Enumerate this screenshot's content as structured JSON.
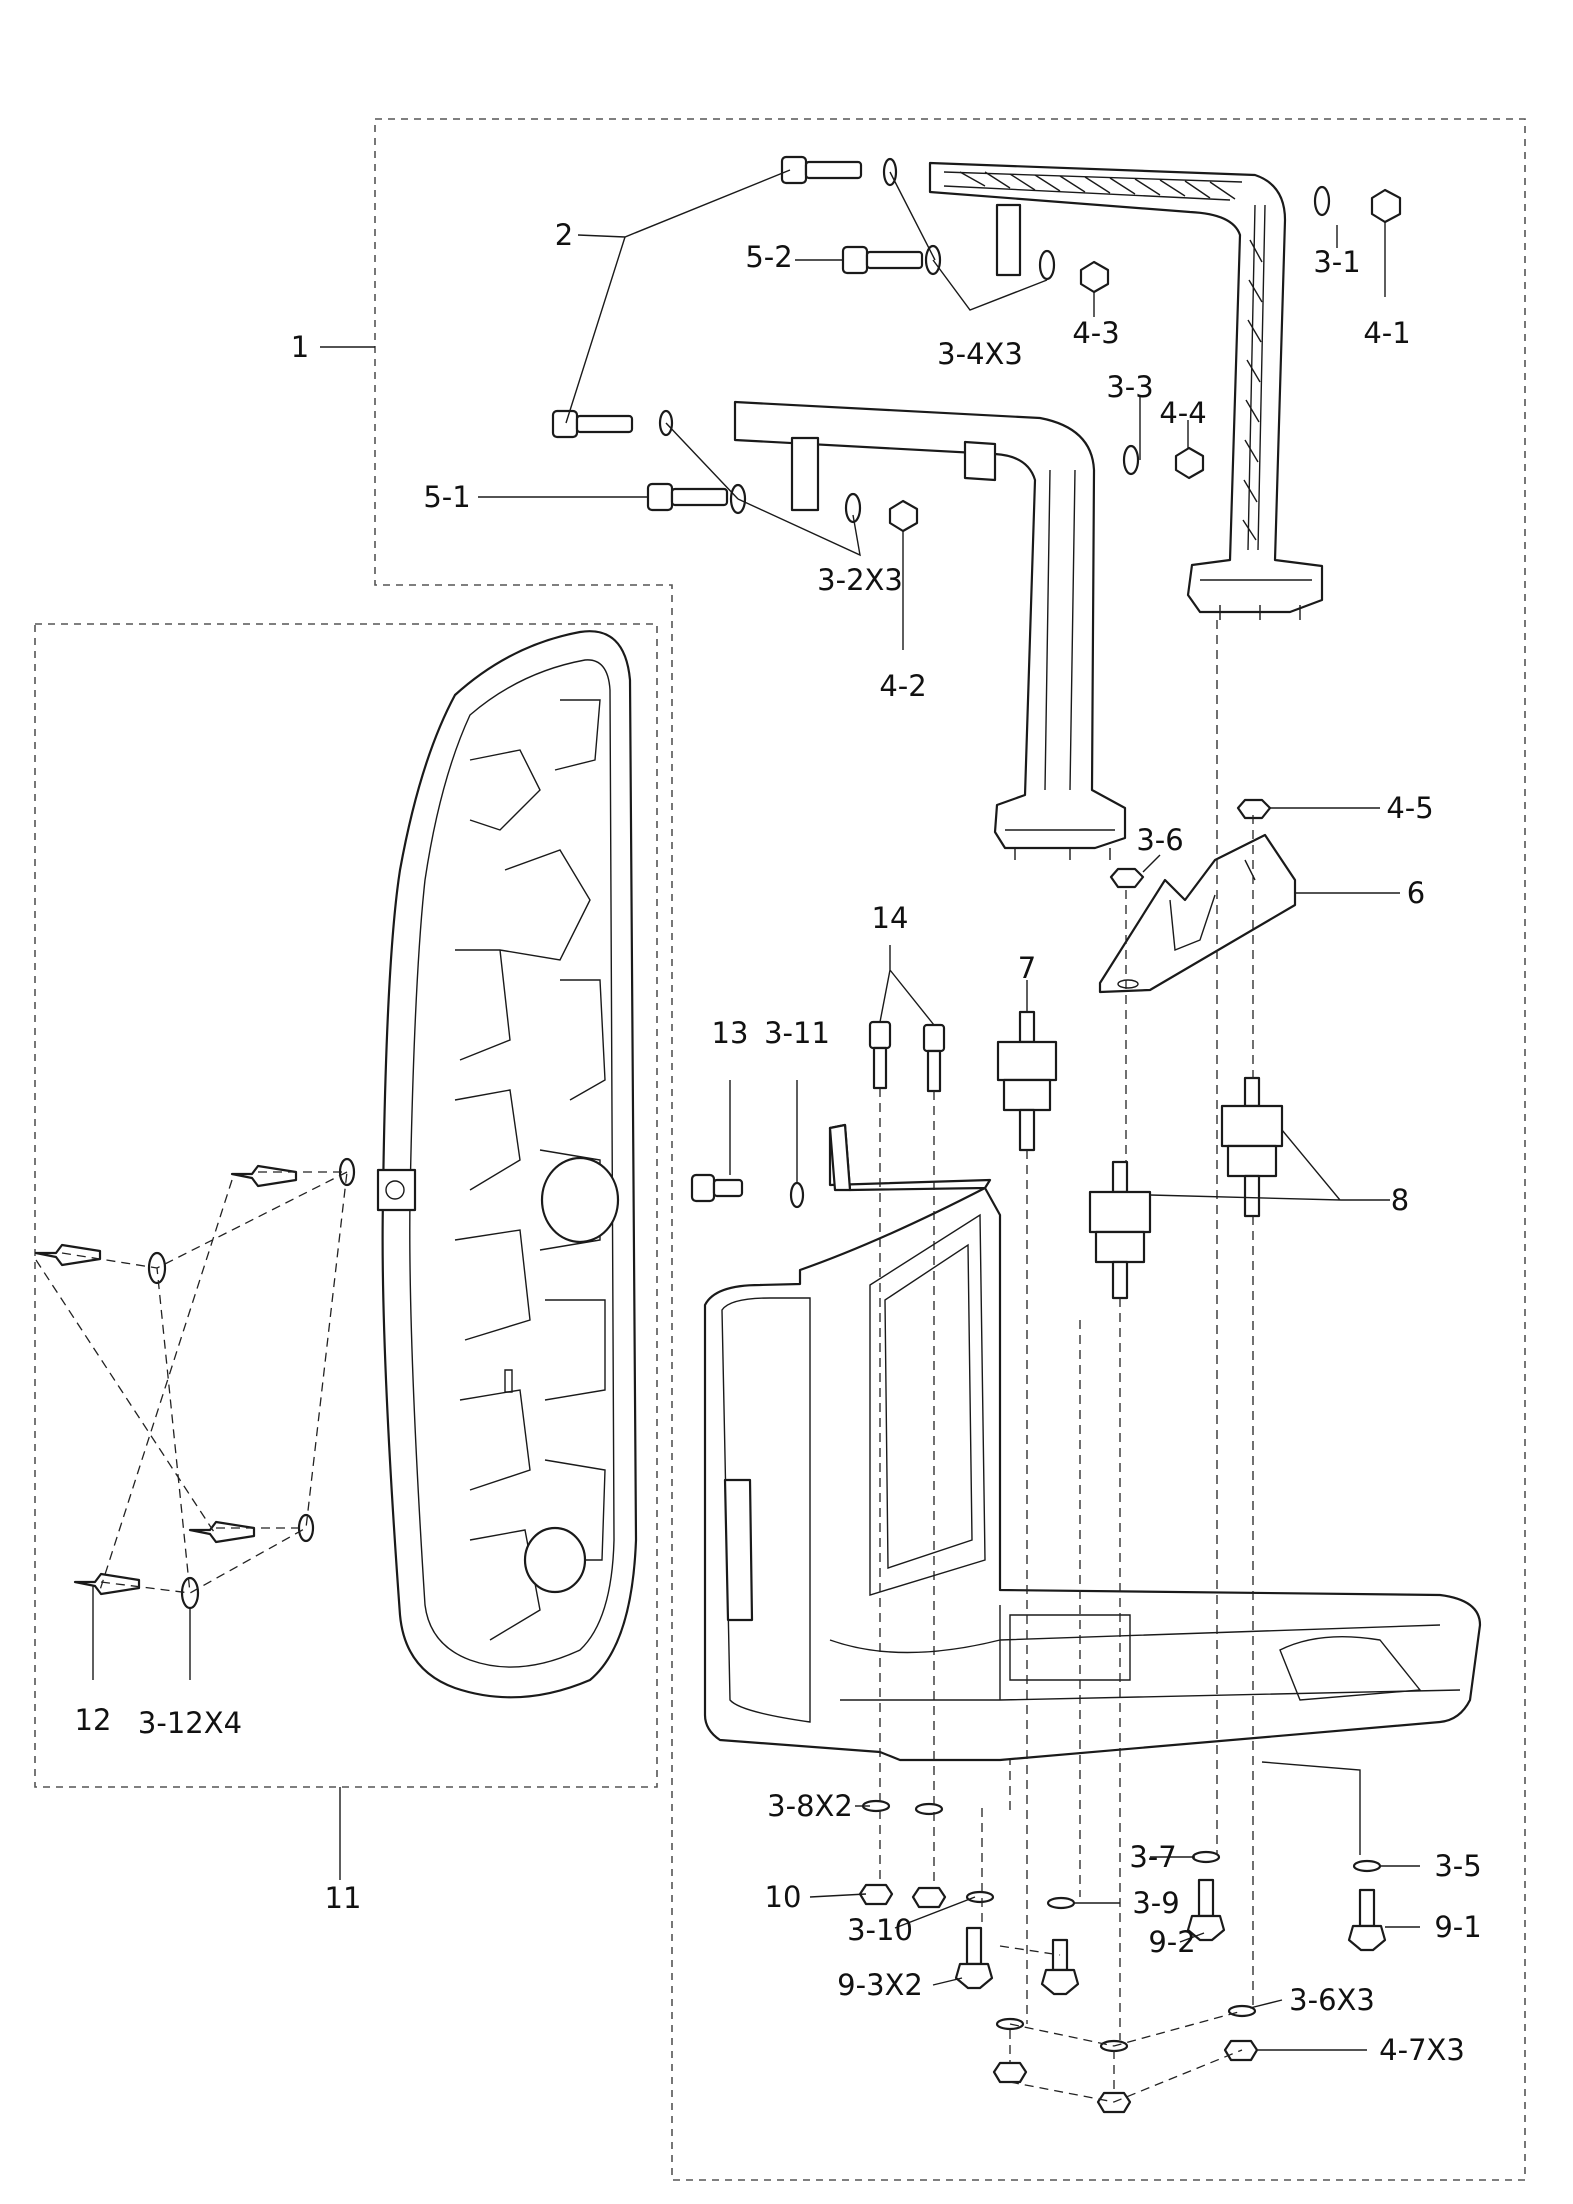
{
  "diagram": {
    "type": "exploded parts diagram",
    "callouts": {
      "c1": "1",
      "c2": "2",
      "c3_1": "3-1",
      "c4_1": "4-1",
      "c5_2": "5-2",
      "c3_4x3": "3-4X3",
      "c4_3": "4-3",
      "c3_3": "3-3",
      "c4_4": "4-4",
      "c5_1": "5-1",
      "c3_2x3": "3-2X3",
      "c4_2": "4-2",
      "c4_5": "4-5",
      "c3_6": "3-6",
      "c6": "6",
      "c14": "14",
      "c7": "7",
      "c13": "13",
      "c3_11": "3-11",
      "c8": "8",
      "c12": "12",
      "c3_12x4": "3-12X4",
      "c11": "11",
      "c3_8x2": "3-8X2",
      "c10": "10",
      "c3_10": "3-10",
      "c9_3x2": "9-3X2",
      "c3_7": "3-7",
      "c3_9": "3-9",
      "c9_2": "9-2",
      "c3_5": "3-5",
      "c9_1": "9-1",
      "c3_6x3": "3-6X3",
      "c4_7x3": "4-7X3"
    }
  }
}
